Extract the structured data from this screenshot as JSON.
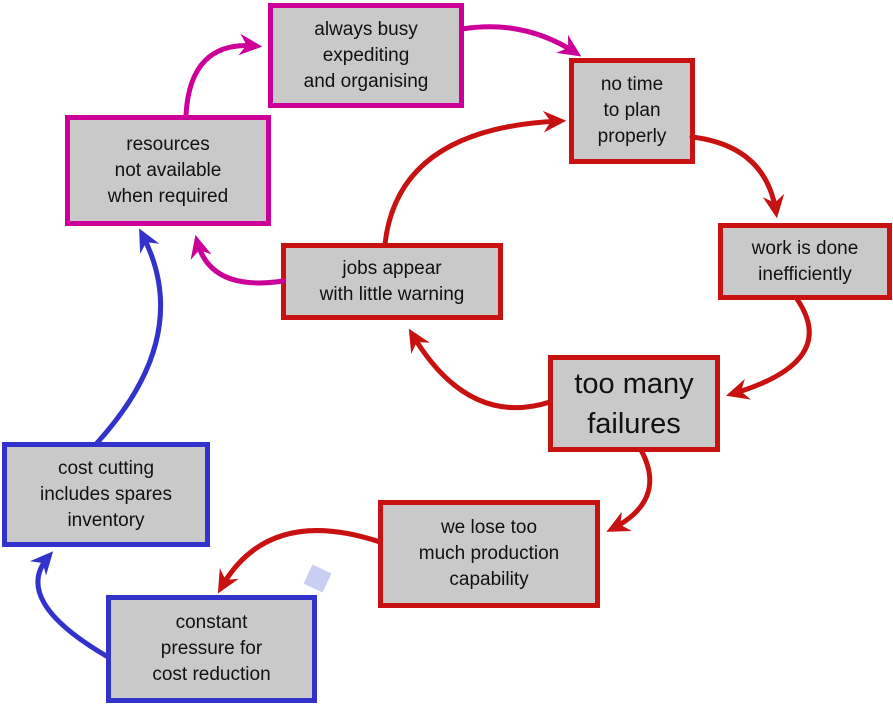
{
  "colors": {
    "magenta": "#cc0099",
    "red": "#c81111",
    "blue": "#3333cc",
    "box_fill": "#c9c9c9",
    "text": "#111111",
    "diamond": "#c9cef3",
    "background": "#ffffff"
  },
  "nodes": {
    "always_busy": {
      "label": "always busy\nexpediting\nand organising",
      "border_color": "magenta"
    },
    "no_time": {
      "label": "no time\nto plan\nproperly",
      "border_color": "red"
    },
    "resources": {
      "label": "resources\nnot available\nwhen required",
      "border_color": "magenta"
    },
    "work_inefficient": {
      "label": "work is done\ninefficiently",
      "border_color": "red"
    },
    "jobs_appear": {
      "label": "jobs appear\nwith little warning",
      "border_color": "red"
    },
    "too_many": {
      "label": "too many\nfailures",
      "border_color": "red",
      "emphasis": "large-text"
    },
    "cost_cutting": {
      "label": "cost cutting\nincludes spares\ninventory",
      "border_color": "blue"
    },
    "we_lose": {
      "label": "we lose too\nmuch production\ncapability",
      "border_color": "red"
    },
    "constant_pressure": {
      "label": "constant\npressure for\ncost reduction",
      "border_color": "blue"
    }
  },
  "edges": [
    {
      "from": "resources",
      "to": "always_busy",
      "color": "magenta"
    },
    {
      "from": "always_busy",
      "to": "no_time",
      "color": "magenta"
    },
    {
      "from": "jobs_appear",
      "to": "resources",
      "color": "magenta"
    },
    {
      "from": "jobs_appear",
      "to": "no_time",
      "color": "red"
    },
    {
      "from": "no_time",
      "to": "work_inefficient",
      "color": "red"
    },
    {
      "from": "work_inefficient",
      "to": "too_many",
      "color": "red"
    },
    {
      "from": "too_many",
      "to": "jobs_appear",
      "color": "red"
    },
    {
      "from": "too_many",
      "to": "we_lose",
      "color": "red"
    },
    {
      "from": "we_lose",
      "to": "constant_pressure",
      "color": "red"
    },
    {
      "from": "constant_pressure",
      "to": "cost_cutting",
      "color": "blue"
    },
    {
      "from": "cost_cutting",
      "to": "resources",
      "color": "blue"
    }
  ]
}
